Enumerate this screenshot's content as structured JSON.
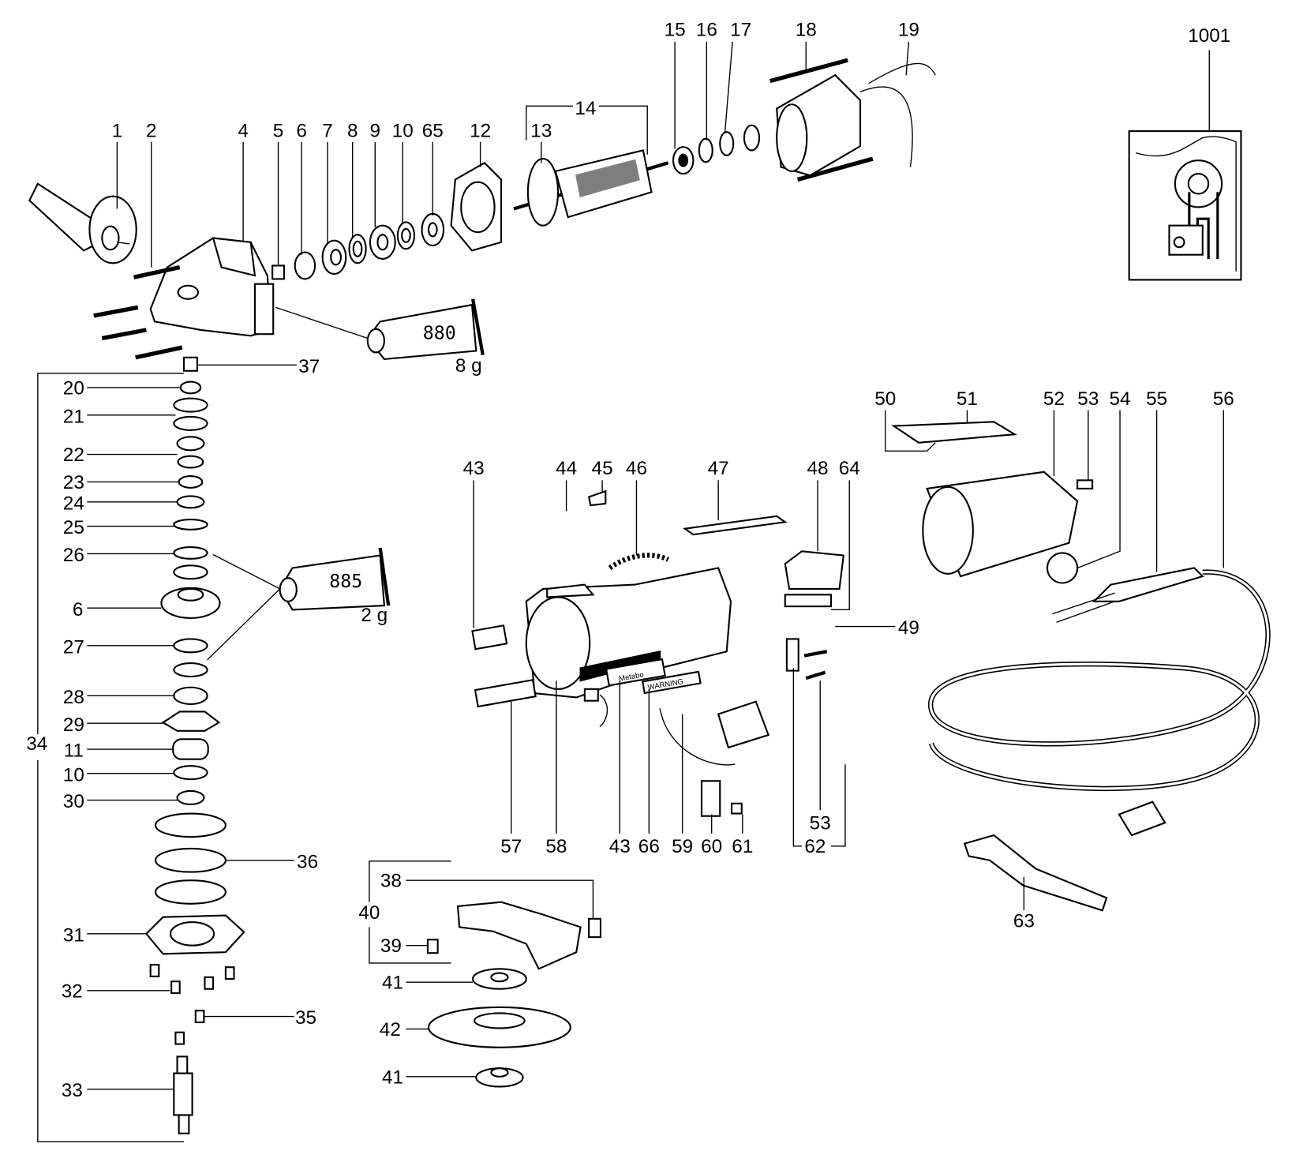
{
  "diagram": {
    "callouts": [
      "1",
      "2",
      "4",
      "5",
      "6",
      "7",
      "8",
      "9",
      "10",
      "65",
      "12",
      "13",
      "14",
      "15",
      "16",
      "17",
      "18",
      "19",
      "1001",
      "37",
      "20",
      "21",
      "22",
      "23",
      "24",
      "25",
      "26",
      "6",
      "27",
      "28",
      "29",
      "11",
      "10",
      "30",
      "34",
      "36",
      "31",
      "32",
      "35",
      "33",
      "43",
      "44",
      "45",
      "46",
      "47",
      "48",
      "64",
      "50",
      "51",
      "52",
      "53",
      "54",
      "55",
      "56",
      "49",
      "53",
      "57",
      "58",
      "43",
      "66",
      "59",
      "60",
      "61",
      "62",
      "38",
      "40",
      "39",
      "41",
      "42",
      "41",
      "63"
    ],
    "grease_tube_1": {
      "code": "880",
      "amount": "8 g"
    },
    "grease_tube_2": {
      "code": "885",
      "amount": "2 g"
    },
    "nameplate_text": "Metabo",
    "warning_label_text": "WARNING"
  }
}
